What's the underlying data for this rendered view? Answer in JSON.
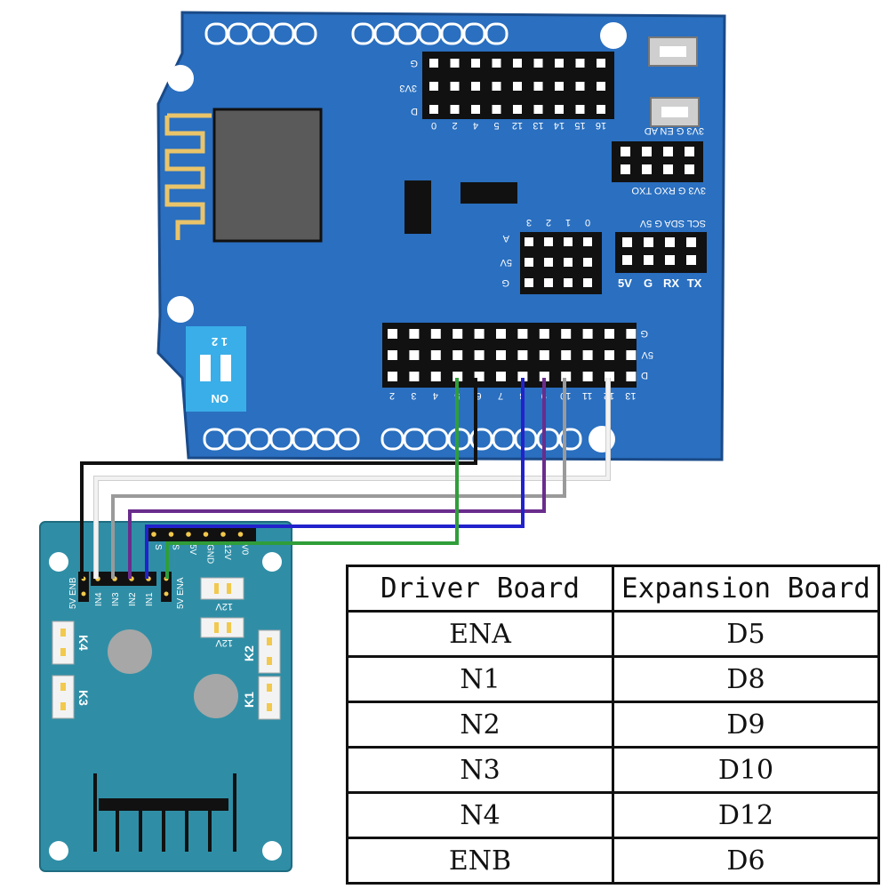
{
  "expansion_board": {
    "top_header_labels": [
      "G",
      "3V3",
      "D"
    ],
    "top_header_numbers": [
      "0",
      "2",
      "4",
      "5",
      "12",
      "13",
      "14",
      "15",
      "16"
    ],
    "right_small_header_top": "3V3 G EN AD",
    "right_small_header_bottom": "3V3 G RXO TXO",
    "analog_header_labels": [
      "A",
      "5V",
      "G"
    ],
    "analog_header_numbers": [
      "3",
      "2",
      "1",
      "0"
    ],
    "serial_header_top": "SCL SDA G 5V",
    "serial_header_bottom": [
      "TX",
      "RX",
      "G",
      "5V"
    ],
    "dip_switch_numbers": "1 2",
    "dip_switch_label": "ON",
    "digital_header_labels": [
      "G",
      "5V",
      "D"
    ],
    "digital_header_numbers": [
      "2",
      "3",
      "4",
      "5",
      "6",
      "7",
      "8",
      "9",
      "10",
      "11",
      "12",
      "13"
    ]
  },
  "driver_board": {
    "top_header_labels": [
      "S",
      "S",
      "5V",
      "GND",
      "12V",
      "V0"
    ],
    "left_jumper_label": "5V ENB",
    "input_labels": [
      "IN4",
      "IN3",
      "IN2",
      "IN1"
    ],
    "right_jumper_label": "5V ENA",
    "small_connector_label": "12V",
    "motor_labels": [
      "K4",
      "K3",
      "K2",
      "K1"
    ]
  },
  "wire_colors": {
    "ENA": "#2f9e3a",
    "IN1": "#2222cc",
    "IN2": "#6a2c8c",
    "IN3": "#9a9a9a",
    "IN4": "#f2f2f2",
    "ENB": "#111111"
  },
  "table": {
    "headers": [
      "Driver Board",
      "Expansion Board"
    ],
    "rows": [
      [
        "ENA",
        "D5"
      ],
      [
        "N1",
        "D8"
      ],
      [
        "N2",
        "D9"
      ],
      [
        "N3",
        "D10"
      ],
      [
        "N4",
        "D12"
      ],
      [
        "ENB",
        "D6"
      ]
    ]
  }
}
